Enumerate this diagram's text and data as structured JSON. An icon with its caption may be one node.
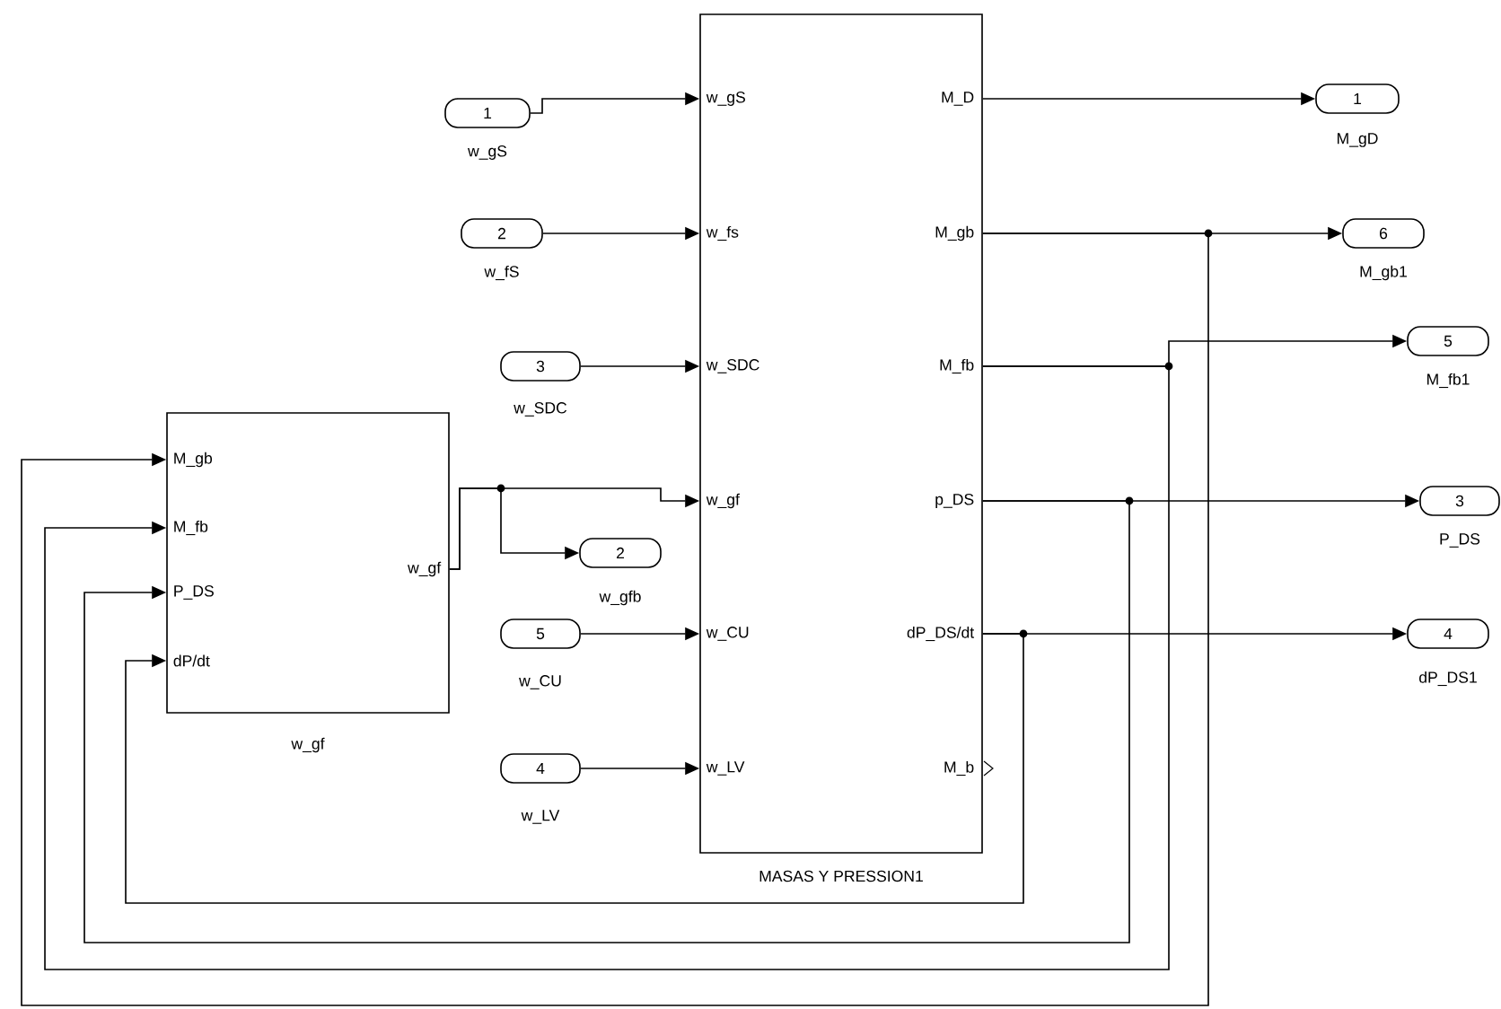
{
  "diagram": {
    "nodes": [
      {
        "text": [
          "w_gS",
          "w_fs",
          "w_SDC",
          "w_gf",
          "w_CU",
          "w_LV",
          "M_D",
          "M_gb",
          "M_fb",
          "p_DS",
          "dP_DS/dt",
          "M_b"
        ],
        "beside": [
          "MASAS Y PRESSION1"
        ]
      },
      {
        "text": [
          "M_gb",
          "M_fb",
          "P_DS",
          "dP/dt",
          "w_gf"
        ],
        "beside": [
          "w_gf"
        ]
      },
      {
        "text": [
          "1"
        ],
        "beside": [
          "w_gS"
        ]
      },
      {
        "text": [
          "2"
        ],
        "beside": [
          "w_fS"
        ]
      },
      {
        "text": [
          "3"
        ],
        "beside": [
          "w_SDC"
        ]
      },
      {
        "text": [
          "5"
        ],
        "beside": [
          "w_CU"
        ]
      },
      {
        "text": [
          "4"
        ],
        "beside": [
          "w_LV"
        ]
      },
      {
        "text": [
          "2"
        ],
        "beside": [
          "w_gfb"
        ]
      },
      {
        "text": [
          "1"
        ],
        "beside": [
          "M_gD"
        ]
      },
      {
        "text": [
          "6"
        ],
        "beside": [
          "M_gb1"
        ]
      },
      {
        "text": [
          "5"
        ],
        "beside": [
          "M_fb1"
        ]
      },
      {
        "text": [
          "3"
        ],
        "beside": [
          "P_DS"
        ]
      },
      {
        "text": [
          "4"
        ],
        "beside": [
          "dP_DS1"
        ]
      }
    ],
    "edges": [
      {
        "from": 2,
        "to": 0,
        "arrow": "to"
      },
      {
        "from": 3,
        "to": 0,
        "arrow": "to"
      },
      {
        "from": 4,
        "to": 0,
        "arrow": "to"
      },
      {
        "from": 1,
        "to": 0,
        "arrow": "to"
      },
      {
        "from": 1,
        "to": 7,
        "arrow": "to"
      },
      {
        "from": 5,
        "to": 0,
        "arrow": "to"
      },
      {
        "from": 6,
        "to": 0,
        "arrow": "to"
      },
      {
        "from": 0,
        "to": 8,
        "arrow": "to"
      },
      {
        "from": 0,
        "to": 9,
        "arrow": "to"
      },
      {
        "from": 0,
        "to": 10,
        "arrow": "to"
      },
      {
        "from": 0,
        "to": 11,
        "arrow": "to"
      },
      {
        "from": 0,
        "to": 12,
        "arrow": "to"
      },
      {
        "from": 0,
        "to": 1,
        "arrow": "to"
      },
      {
        "from": 0,
        "to": 1,
        "arrow": "to"
      },
      {
        "from": 0,
        "to": 1,
        "arrow": "to"
      },
      {
        "from": 0,
        "to": 1,
        "arrow": "to"
      }
    ]
  }
}
